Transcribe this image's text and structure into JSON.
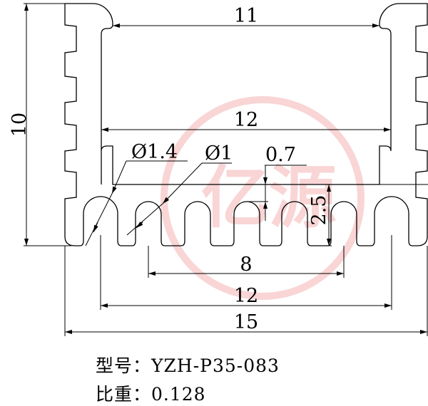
{
  "drawing": {
    "dimensions": {
      "height": "10",
      "top_opening": "11",
      "inner_width": "12",
      "hole_large": "Ø1.4",
      "hole_small": "Ø1",
      "fin_gap": "0.7",
      "fin_height": "2.5",
      "fin_span": "8",
      "bottom_inner": "12",
      "overall_width": "15"
    },
    "watermark": "亿源",
    "colors": {
      "line": "#000000",
      "watermark": "#f2b8b8"
    }
  },
  "specs": {
    "model_label": "型号：",
    "model_value": "YZH-P35-083",
    "weight_label": "比重：",
    "weight_value": "0.128"
  }
}
